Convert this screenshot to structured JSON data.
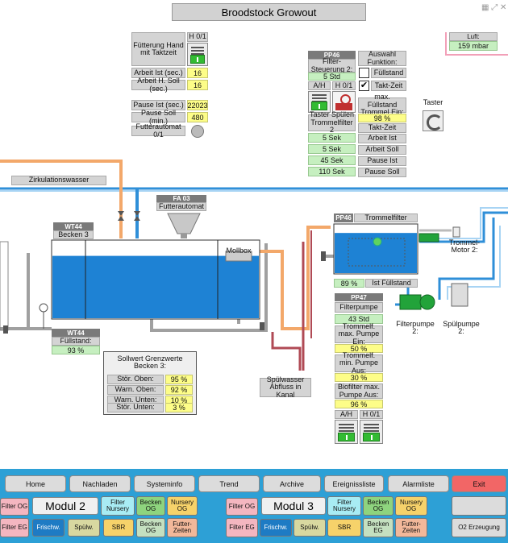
{
  "title": "Broodstock Growout",
  "luft": {
    "label": "Luft:",
    "value": "159 mbar"
  },
  "feeding": {
    "hand_label": "Fütterung Hand mit Taktzeit",
    "h01": "H 0/1",
    "arbeit_ist_label": "Arbeit Ist (sec.)",
    "arbeit_ist": "16",
    "arbeit_soll_label": "Arbeit H. Soll (sec.)",
    "arbeit_soll": "16",
    "pause_ist_label": "Pause Ist (sec.)",
    "pause_ist": "22023",
    "pause_soll_label": "Pause Soll (min.)",
    "pause_soll": "480",
    "automat_label": "Futterautomat 0/1"
  },
  "pp46": {
    "header": "PP46",
    "label": "Filter- Steuerung 2:",
    "std": "5 Std",
    "ah": "A/H",
    "h01": "H 0/1",
    "taster_label": "Taster Spülen Trommelfilter 2",
    "values": [
      "5 Sek",
      "5 Sek",
      "45 Sek",
      "110 Sek"
    ],
    "auswahl_label": "Auswahl Funktion:",
    "fullstand": "Füllstand",
    "takt_zeit_opt": "Takt-Zeit",
    "max_label": "max. Füllstand Trommel Ein:",
    "max_value": "98 %",
    "right_labels": [
      "Takt-Zeit",
      "Arbeit Ist",
      "Arbeit Soll",
      "Pause Ist",
      "Pause Soll"
    ]
  },
  "taster": "Taster",
  "zirkulation": "Zirkulationswasser",
  "fa03": {
    "header": "FA 03",
    "label": "Futterautomat"
  },
  "wt44": {
    "header": "WT44",
    "label": "Becken 3"
  },
  "mollbox": "Mollbox",
  "wt44b": {
    "header": "WT44",
    "label": "Füllstand:",
    "value": "93 %"
  },
  "grenz": {
    "title": "Sollwert Grenzwerte Becken 3:",
    "rows": [
      {
        "label": "Stör. Oben:",
        "value": "95 %"
      },
      {
        "label": "Warn. Oben:",
        "value": "92 %"
      },
      {
        "label": "Warn. Unten:",
        "value": "10 %"
      },
      {
        "label": "Stör. Unten:",
        "value": "3 %"
      }
    ]
  },
  "spulwasser": "Spülwasser Abfluss in Kanal",
  "trommel": {
    "header": "PP46",
    "label": "Trommelfilter",
    "fill_value": "89 %",
    "fill_label": "Ist Füllstand",
    "fill_level": 0.82,
    "motor": "Trommel- Motor 2:"
  },
  "pp47": {
    "header": "PP47",
    "label": "Filterpumpe",
    "std": "43 Std",
    "max_label": "Trommelf. max. Pumpe Ein:",
    "max_value": "50 %",
    "min_label": "Trommelf. min. Pumpe Aus:",
    "min_value": "30 %",
    "bio_label": "Biofilter max. Pumpe Aus:",
    "bio_value": "96 %",
    "ah": "A/H",
    "h01": "H 0/1"
  },
  "filterpumpe": "Filterpumpe 2:",
  "spulpumpe": "Spülpumpe 2:",
  "tank_level": 0.8,
  "nav": [
    "Home",
    "Nachladen",
    "Systeminfo",
    "Trend",
    "Archive",
    "Ereignissliste",
    "Alarmliste",
    "Exit"
  ],
  "modul2": {
    "filter_og": "Filter OG",
    "filter_eg": "Filter EG",
    "name": "Modul 2",
    "filter_nursery": "Filter Nursery",
    "becken_og": "Becken OG",
    "nursery_og": "Nursery OG",
    "frischw": "Frischw.",
    "spulw": "Spülw.",
    "sbr": "SBR",
    "becken_eg": "Becken OG",
    "futter": "Futter- Zeiten"
  },
  "modul3": {
    "filter_og": "Filter OG",
    "filter_eg": "Filter EG",
    "name": "Modul 3",
    "filter_nursery": "Filter Nursery",
    "becken_og": "Becken OG",
    "nursery_og": "Nursery OG",
    "frischw": "Frischw.",
    "spulw": "Spülw.",
    "sbr": "SBR",
    "becken_eg": "Becken EG",
    "futter": "Futter- Zeiten"
  },
  "o2": "O2 Erzeugung"
}
